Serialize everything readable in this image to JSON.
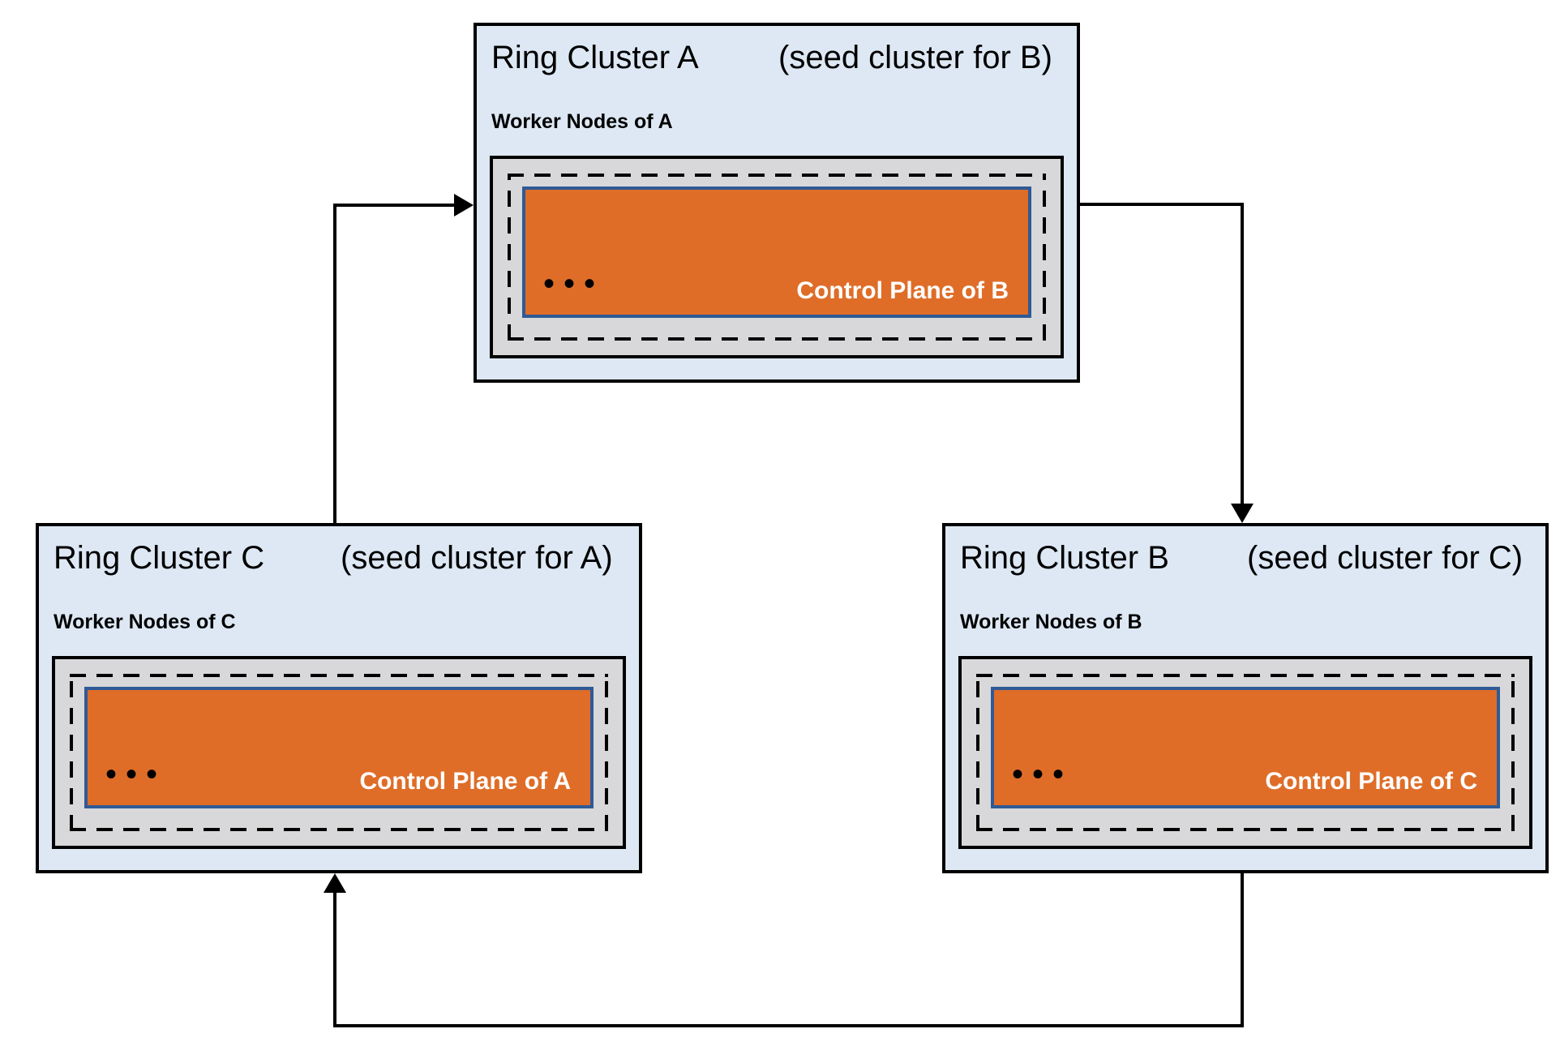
{
  "clusters": {
    "a": {
      "title": "Ring Cluster A",
      "subtitle": "(seed cluster for B)",
      "worker_label": "Worker Nodes of A",
      "dots": "•••",
      "control_plane_label": "Control Plane of B"
    },
    "b": {
      "title": "Ring Cluster B",
      "subtitle": "(seed cluster for C)",
      "worker_label": "Worker Nodes of B",
      "dots": "•••",
      "control_plane_label": "Control Plane of C"
    },
    "c": {
      "title": "Ring Cluster C",
      "subtitle": "(seed cluster for A)",
      "worker_label": "Worker Nodes of C",
      "dots": "•••",
      "control_plane_label": "Control Plane of A"
    }
  },
  "edges": [
    {
      "from": "Ring Cluster C",
      "to": "Ring Cluster A"
    },
    {
      "from": "Ring Cluster A",
      "to": "Ring Cluster B"
    },
    {
      "from": "Ring Cluster B",
      "to": "Ring Cluster C"
    }
  ],
  "colors": {
    "cluster_fill": "#dde8f4",
    "cluster_border": "#000000",
    "worker_box_fill": "#d8d8da",
    "dashed_border": "#000000",
    "control_plane_fill": "#df6d28",
    "control_plane_border": "#2f5a96",
    "control_plane_text": "#ffffff",
    "arrow": "#000000",
    "text": "#000000"
  }
}
